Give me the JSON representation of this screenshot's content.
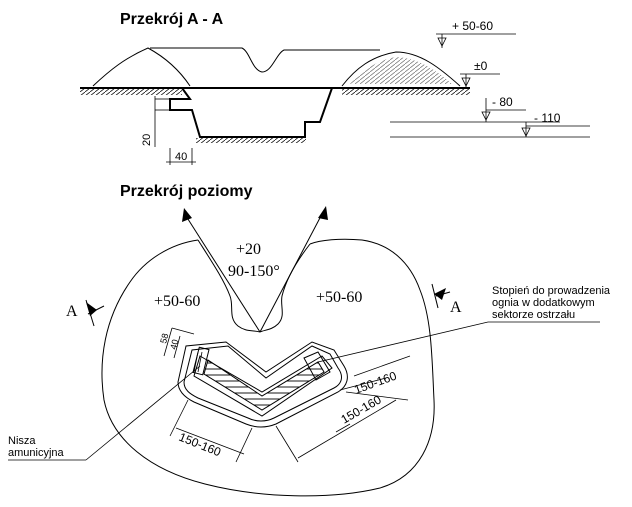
{
  "section_aa": {
    "title": "Przekrój A - A",
    "levels": [
      "+ 50-60",
      "±0",
      "- 80",
      "- 110"
    ],
    "dim_height": "20",
    "dim_width": "40"
  },
  "section_horizontal": {
    "title": "Przekrój poziomy",
    "zone_front_level": "+20",
    "zone_front_angle": "90-150°",
    "zone_left_level": "+50-60",
    "zone_right_level": "+50-60",
    "section_marker_left": "A",
    "section_marker_right": "A",
    "niche_dim_outer": "58",
    "niche_dim_inner": "40",
    "dim_bottom_left": "150-160",
    "dim_right_upper": "150-160",
    "dim_right_lower": "150-160",
    "callout_step": [
      "Stopień do prowadzenia",
      "ognia w dodatkowym",
      "sektorze ostrzału"
    ],
    "callout_niche": [
      "Nisza",
      "amunicyjna"
    ]
  }
}
